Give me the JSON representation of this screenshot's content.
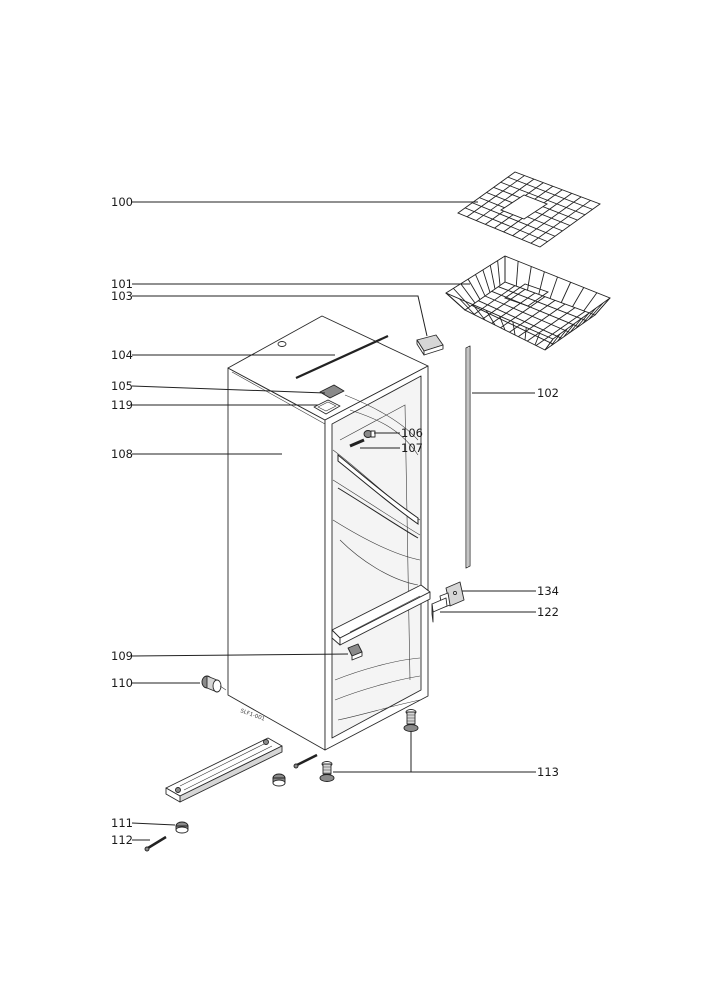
{
  "diagram": {
    "callouts": [
      {
        "id": "100",
        "label": "100"
      },
      {
        "id": "101",
        "label": "101"
      },
      {
        "id": "103",
        "label": "103"
      },
      {
        "id": "104",
        "label": "104"
      },
      {
        "id": "105",
        "label": "105"
      },
      {
        "id": "119",
        "label": "119"
      },
      {
        "id": "108",
        "label": "108"
      },
      {
        "id": "106",
        "label": "106"
      },
      {
        "id": "107",
        "label": "107"
      },
      {
        "id": "102",
        "label": "102"
      },
      {
        "id": "134",
        "label": "134"
      },
      {
        "id": "122",
        "label": "122"
      },
      {
        "id": "109",
        "label": "109"
      },
      {
        "id": "110",
        "label": "110"
      },
      {
        "id": "113",
        "label": "113"
      },
      {
        "id": "111",
        "label": "111"
      },
      {
        "id": "112",
        "label": "112"
      }
    ],
    "cabinet_stamp": "SLF1-001"
  }
}
